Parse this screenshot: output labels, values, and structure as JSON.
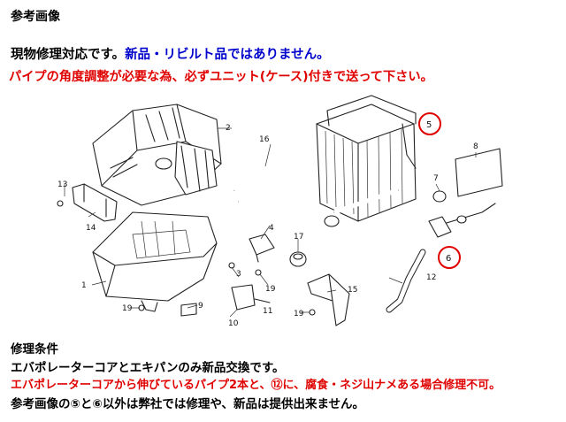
{
  "header": {
    "title": "参考画像",
    "line1_black": "現物修理対応です。",
    "line1_blue": "新品・リビルト品ではありません。",
    "line2": "パイプの角度調整が必要な為、必ずユニット(ケース)付きで送って下さい。"
  },
  "diagram": {
    "callouts": [
      "1",
      "2",
      "3",
      "4",
      "5",
      "6",
      "7",
      "8",
      "9",
      "10",
      "11",
      "12",
      "13",
      "14",
      "15",
      "16",
      "17",
      "19",
      "19",
      "19"
    ],
    "highlighted": [
      "5",
      "6"
    ]
  },
  "conditions": {
    "heading": "修理条件",
    "line1": "エバポレーターコアとエキパンのみ新品交換です。",
    "line2": "エバポレーターコアから伸びているパイプ2本と、⑫に、腐食・ネジ山ナメある場合修理不可。",
    "line3": "参考画像の⑤と⑥以外は弊社では修理や、新品は提供出来ません。"
  },
  "colors": {
    "accent_red": "#e00000",
    "accent_blue": "#0000cc"
  }
}
